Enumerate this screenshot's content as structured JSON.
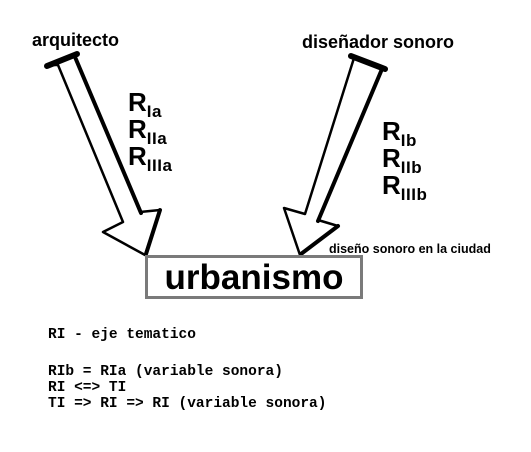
{
  "labels": {
    "architect": "arquitecto",
    "sound_designer": "diseñador sonoro",
    "city_sound_design": "diseño sonoro en la ciudad",
    "central": "urbanismo"
  },
  "requirements_a": [
    {
      "main": "R",
      "sub": "Ia"
    },
    {
      "main": "R",
      "sub": "IIa"
    },
    {
      "main": "R",
      "sub": "IIIa"
    }
  ],
  "requirements_b": [
    {
      "main": "R",
      "sub": "Ib"
    },
    {
      "main": "R",
      "sub": "IIb"
    },
    {
      "main": "R",
      "sub": "IIIb"
    }
  ],
  "notes": [
    "RI - eje tematico",
    "RIb = RIa (variable sonora)",
    "RI <=> TI",
    "TI => RI => RI (variable sonora)"
  ],
  "colors": {
    "stroke": "#000000",
    "box_border": "#7a7a7a",
    "background": "#ffffff"
  }
}
